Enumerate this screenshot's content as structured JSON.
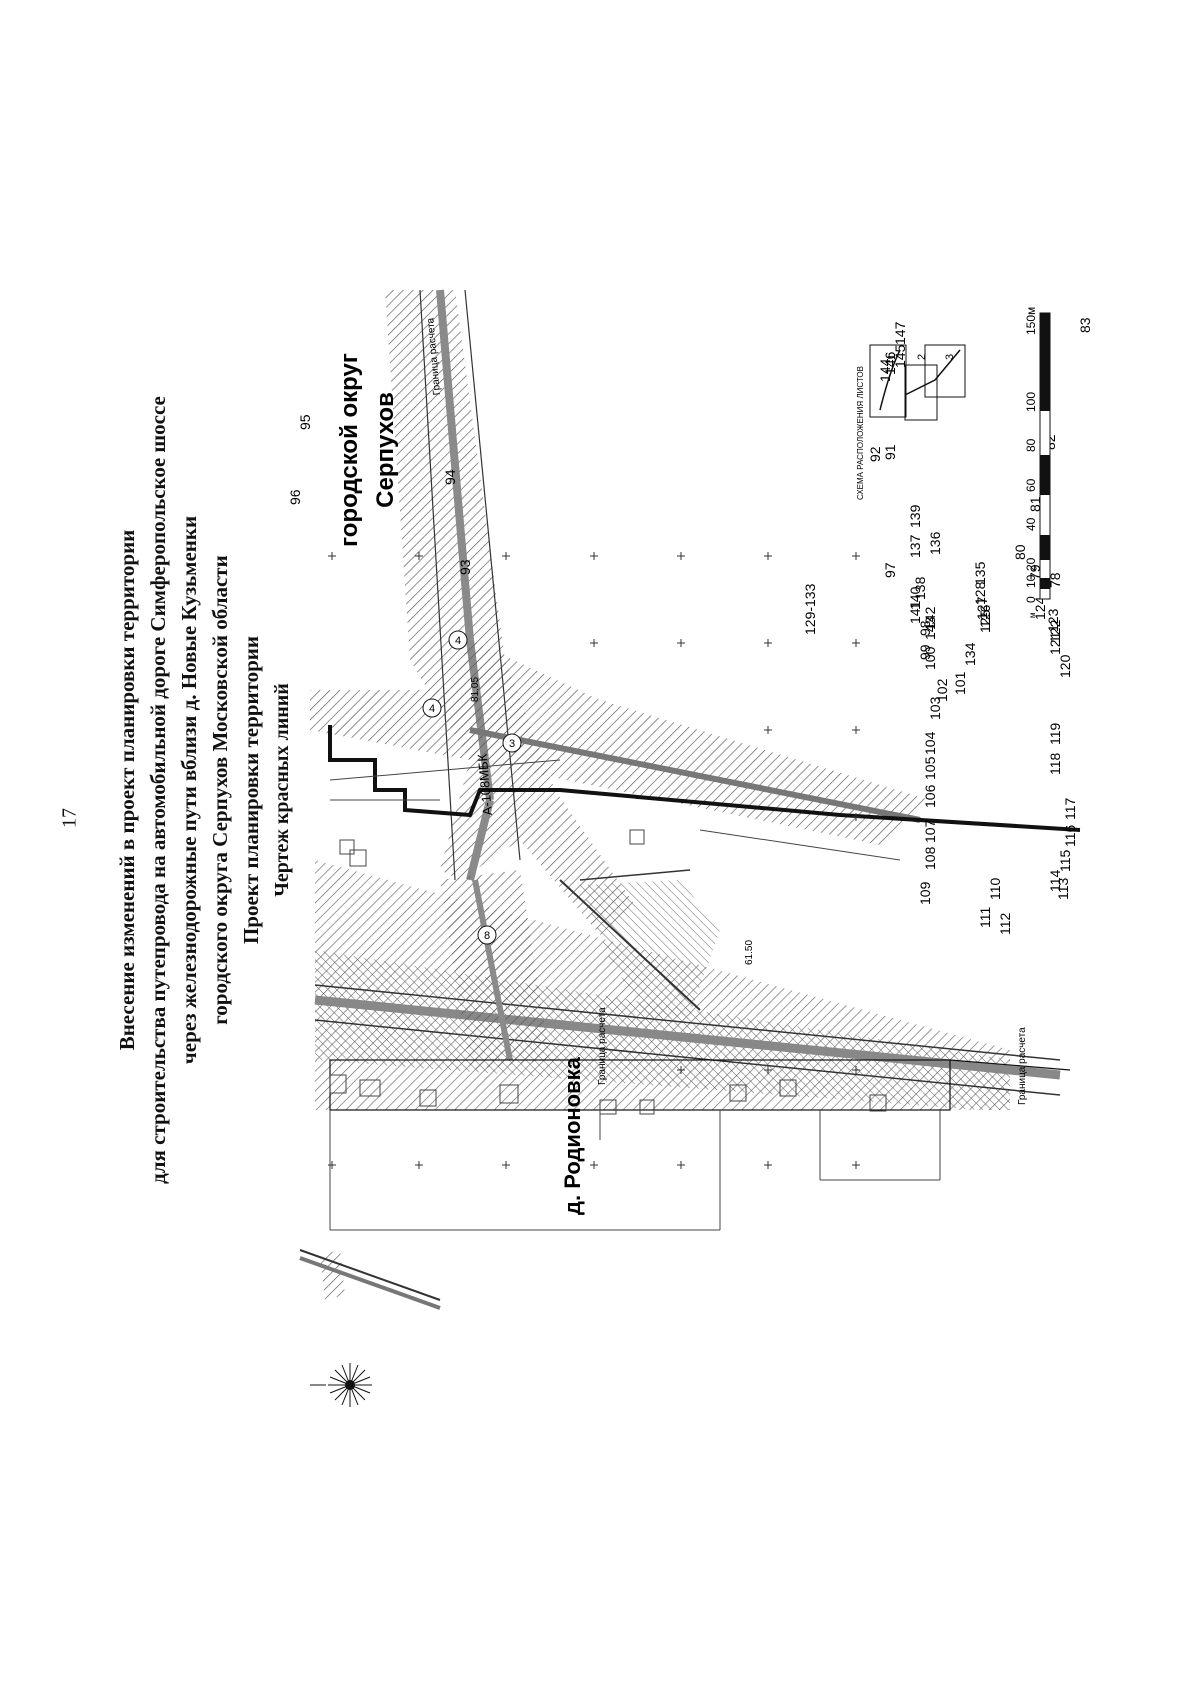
{
  "page_number": "17",
  "title": {
    "lines": [
      "Внесение изменений в проект планировки территории",
      "для строительства путепровода на автомобильной дороге Симферопольское шоссе",
      "через железнодорожные пути вблизи д. Новые Кузьменки",
      "городского округа Серпухов Московской области",
      "Проект планировки территории",
      "Чертеж красных линий"
    ]
  },
  "map": {
    "place_labels": {
      "village": "д. Родионовка",
      "district_line1": "городской округ",
      "district_line2": "Серпухов"
    },
    "road_label": "А-108МБК",
    "calc_boundary_labels": [
      "Граница расчета",
      "Граница расчета",
      "Граница расчета"
    ],
    "point_labels": [
      "83",
      "82",
      "81",
      "80",
      "79",
      "78",
      "123",
      "122",
      "121",
      "120",
      "119",
      "118",
      "117",
      "116",
      "115",
      "114",
      "113",
      "112",
      "111",
      "110",
      "109",
      "108",
      "107",
      "106",
      "105",
      "104",
      "103",
      "102",
      "101",
      "100",
      "99",
      "98",
      "97",
      "96",
      "95",
      "94",
      "93",
      "92",
      "91",
      "129-133",
      "128",
      "127",
      "126",
      "125",
      "124",
      "134",
      "135",
      "136",
      "137",
      "138",
      "139",
      "140",
      "141",
      "142",
      "143",
      "144",
      "145",
      "146",
      "147"
    ],
    "circle_marks": [
      "4",
      "4",
      "3",
      "8"
    ],
    "aux_numbers": [
      "81.05",
      "61.50"
    ]
  },
  "legend": {
    "sheet_scheme_title": "СХЕМА РАСПОЛОЖЕНИЯ ЛИСТОВ",
    "sheet_numbers": [
      "1",
      "2",
      "3"
    ]
  },
  "scale_bar": {
    "ticks": [
      "0",
      "10",
      "20",
      "40",
      "60",
      "80",
      "100",
      "150м"
    ],
    "unit_prefix": "м"
  },
  "colors": {
    "hatch": "#555555",
    "road_fill": "#9a9a9a",
    "ink": "#111111"
  }
}
